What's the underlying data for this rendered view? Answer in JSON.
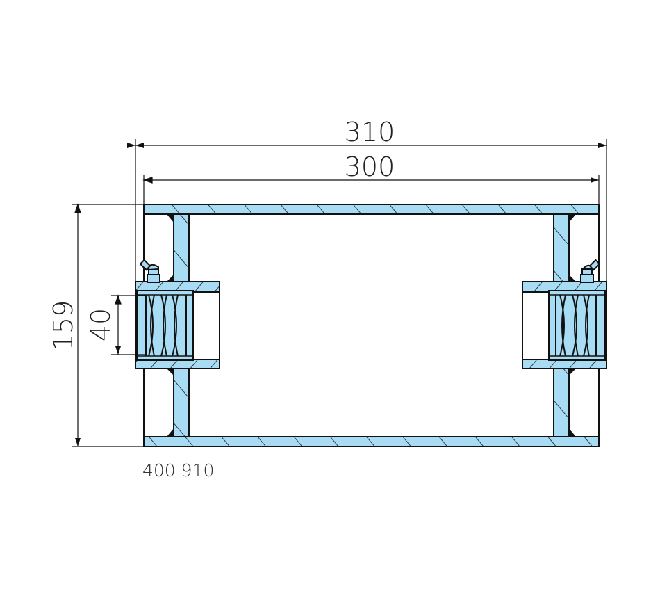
{
  "drawing": {
    "dimensions": {
      "overall_width": "310",
      "tube_length": "300",
      "diameter": "159",
      "bore": "40"
    },
    "part_number": "400 910",
    "colors": {
      "fill": "#a8dcf4",
      "line": "#111111"
    }
  }
}
